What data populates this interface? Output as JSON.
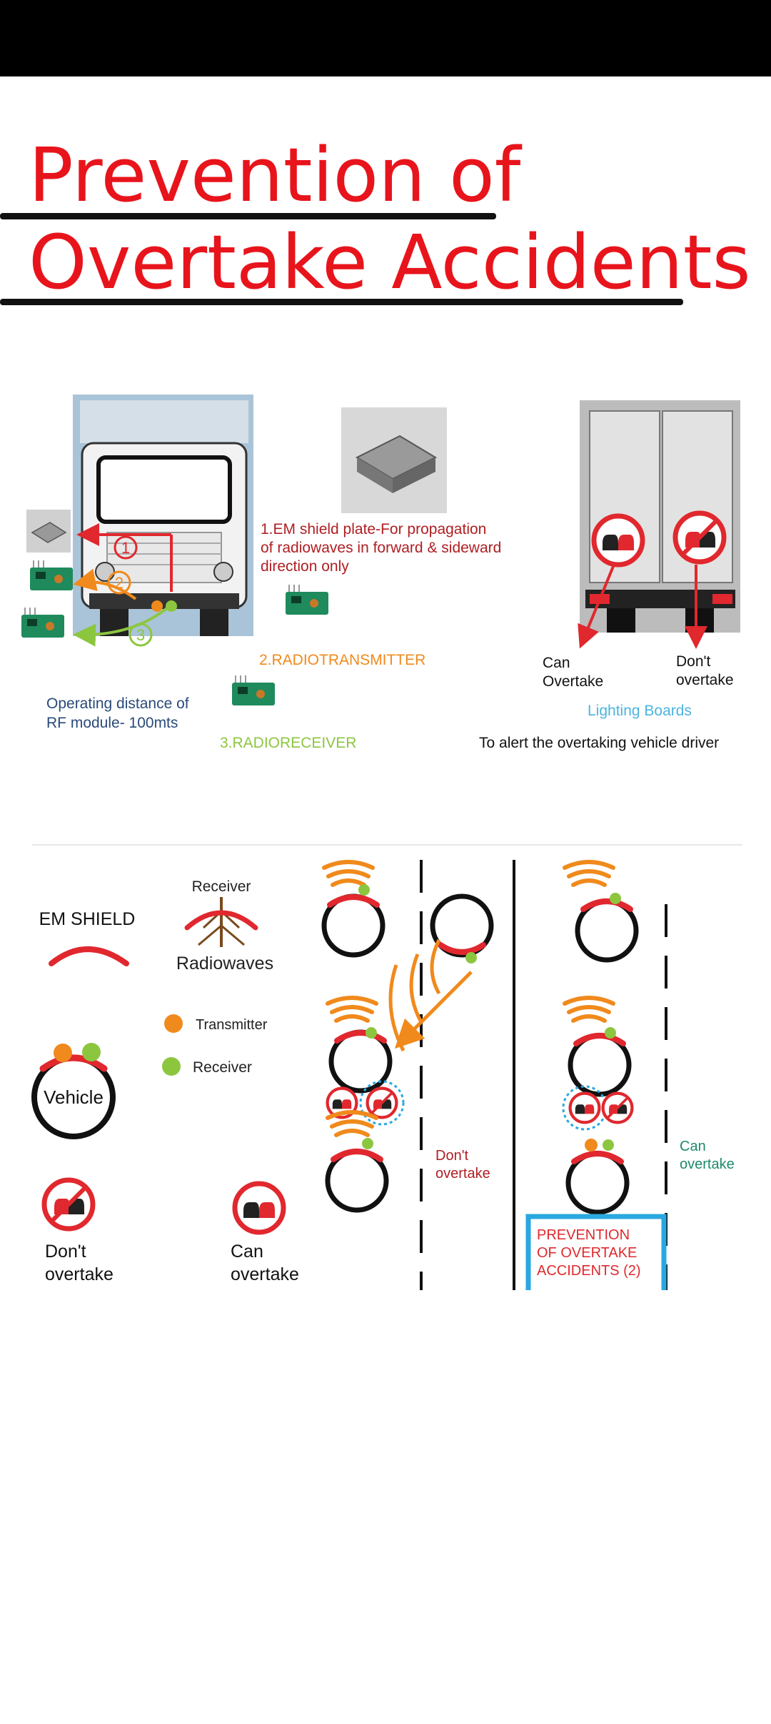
{
  "title": {
    "line1": "Prevention of",
    "line2": "Overtake Accidents"
  },
  "top_panel": {
    "em_shield_caption": "1.EM shield plate-For propagation\nof radiowaves in forward & sideward\ndirection only",
    "radio_transmitter": "2.RADIOTRANSMITTER",
    "radio_receiver": "3.RADIORECEIVER",
    "operating_distance": "Operating distance of\nRF module- 100mts",
    "can_overtake": "Can\nOvertake",
    "dont_overtake": "Don't\novertake",
    "lighting_boards": "Lighting Boards",
    "alert_caption": "To alert the overtaking vehicle driver",
    "markers": [
      "1",
      "2",
      "3"
    ]
  },
  "legend": {
    "receiver_top": "Receiver",
    "em_shield": "EM SHIELD",
    "radiowaves": "Radiowaves",
    "transmitter": "Transmitter",
    "receiver": "Receiver",
    "vehicle": "Vehicle",
    "dont_overtake": "Don't\novertake",
    "can_overtake": "Can\novertake"
  },
  "road_scenes": {
    "dont_overtake": "Don't\novertake",
    "can_overtake": "Can\novertake",
    "box_caption": "PREVENTION\nOF OVERTAKE\nACCIDENTS (2)"
  },
  "colors": {
    "title_red": "#e8141c",
    "shield_red": "#e0282e",
    "transmitter_orange": "#f08a1c",
    "receiver_green": "#8cc63f",
    "dark_red_text": "#b01e23",
    "teal_text": "#1e8a6a",
    "box_blue": "#29a8e0",
    "navy_text": "#2a4a7a"
  }
}
